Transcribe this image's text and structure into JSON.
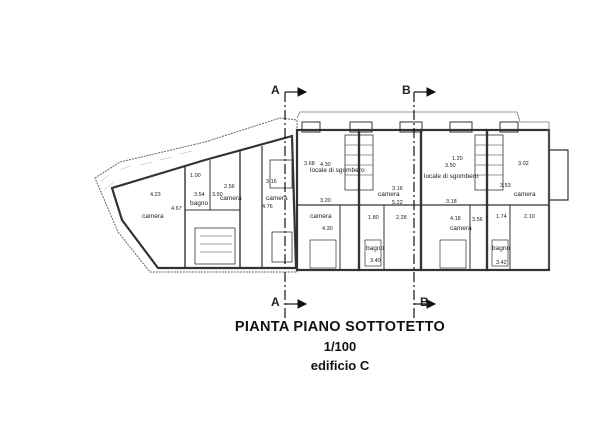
{
  "title": "PIANTA PIANO SOTTOTETTO",
  "scale": "1/100",
  "building": "edificio C",
  "sections": [
    "A",
    "B"
  ],
  "rooms": {
    "camera": "camera",
    "bagno": "bagno",
    "locale_sgombero": "locale di sgombero"
  },
  "dimensions": {
    "d423": "4.23",
    "d467": "4.67",
    "d354": "3.54",
    "d100": "1.00",
    "d350": "3.50",
    "d256": "2.56",
    "d316": "3.16",
    "d476": "4.76",
    "d368": "3.68",
    "d430": "4.30",
    "d320": "3.20",
    "d430b": "4.30",
    "d180": "1.80",
    "d228": "2.28",
    "d316b": "3.16",
    "d522": "5.22",
    "d340": "3.40",
    "d120": "1.20",
    "d350b": "3.50",
    "d318": "3.18",
    "d302": "3.02",
    "d353": "3.53",
    "d418": "4.18",
    "d356": "3.56",
    "d174": "1.74",
    "d210": "2.10",
    "d342": "3.42"
  }
}
